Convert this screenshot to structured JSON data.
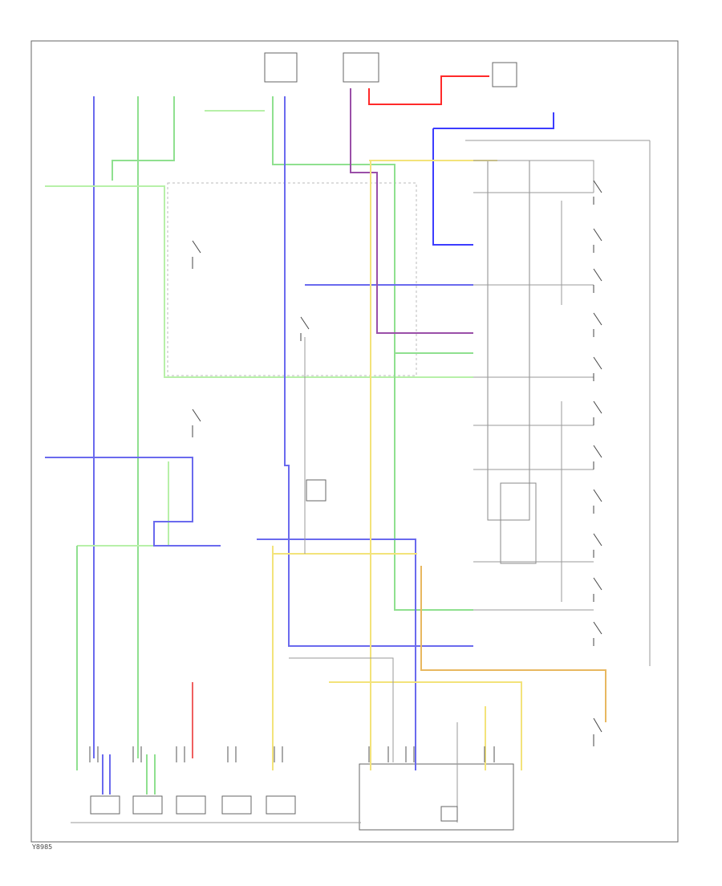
{
  "diagram": {
    "page_code": "Y8985",
    "wire_colors": {
      "green": "#8fe08f",
      "light_green": "#b7f0a8",
      "blue": "#6a6aee",
      "blue_dark": "#3c3cff",
      "red": "#f06060",
      "red_bright": "#ff2a2a",
      "purple": "#9a4fa8",
      "yellow": "#f3e37a",
      "orange": "#e8b860",
      "gray": "#9a9a9a",
      "black": "#222222"
    },
    "components": {
      "fuses": "fuse-panel",
      "unit_top_left": "unit-a",
      "unit_top_mid": "unit-b",
      "relay_top_right": "relay",
      "control_unit_bottom": "control-unit"
    }
  }
}
